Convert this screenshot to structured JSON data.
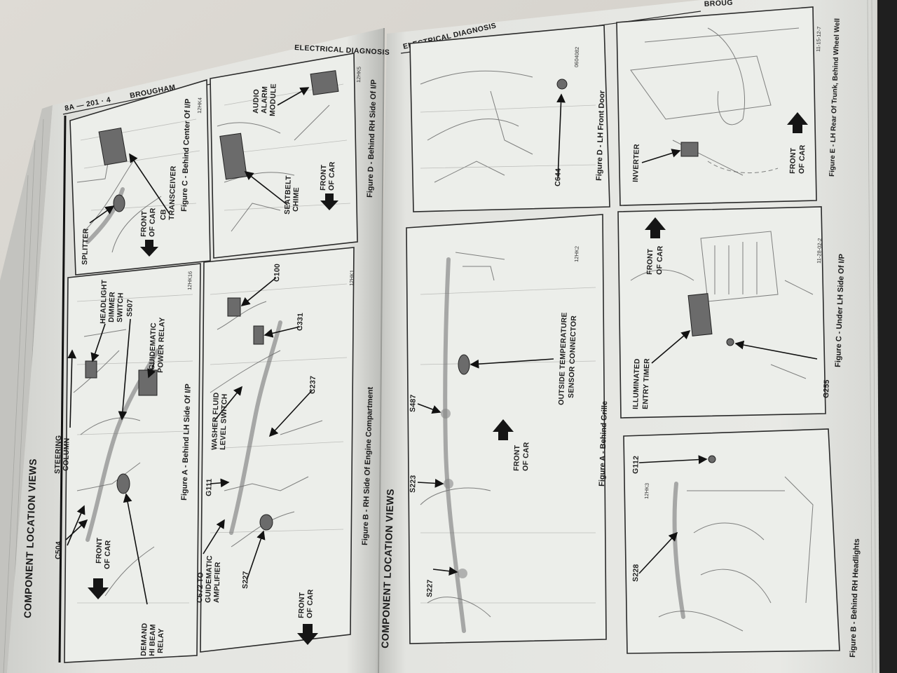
{
  "left_page": {
    "running_head": "COMPONENT LOCATION VIEWS",
    "page_number": "8A — 201 · 4",
    "model": "BROUGHAM",
    "section_title": "ELECTRICAL DIAGNOSIS",
    "figure_a": {
      "caption": "Figure A - Behind LH Side Of I/P",
      "drawing_code": "12HK16",
      "labels": {
        "c504": "C504",
        "steering_column": [
          "STEERING",
          "COLUMN"
        ],
        "headlight_dimmer_switch": [
          "HEADLIGHT",
          "DIMMER",
          "SWITCH"
        ],
        "s507": "S507",
        "guidematic_power_relay": [
          "GUIDEMATIC",
          "POWER RELAY"
        ],
        "front_of_car": [
          "FRONT",
          "OF CAR"
        ],
        "demand_hi_beam_relay": [
          "DEMAND",
          "HI BEAM",
          "RELAY"
        ]
      }
    },
    "figure_b": {
      "caption": "Figure B - RH Side Of Engine Compartment",
      "drawing_code": "12HK1",
      "labels": {
        "c672": [
          "C672 TO",
          "GUIDEMATIC",
          "AMPLIFIER"
        ],
        "g111": "G111",
        "washer_fluid": [
          "WASHER FLUID",
          "LEVEL SWITCH"
        ],
        "c100": "C100",
        "c331": "C331",
        "c237": "C237",
        "s227": "S227",
        "front_of_car": [
          "FRONT",
          "OF CAR"
        ]
      }
    },
    "figure_c": {
      "caption": "Figure C - Behind Center Of I/P",
      "drawing_code": "12HK4",
      "labels": {
        "splitter": "SPLITTER",
        "cb_transceiver": [
          "CB",
          "TRANSCEIVER"
        ],
        "front_of_car": [
          "FRONT",
          "OF CAR"
        ]
      }
    },
    "figure_d": {
      "caption": "Figure D - Behind RH Side Of I/P",
      "drawing_code": "12HK5",
      "labels": {
        "audio_alarm_module": [
          "AUDIO",
          "ALARM",
          "MODULE"
        ],
        "seatbelt_chime": [
          "SEATBELT",
          "CHIME"
        ],
        "front_of_car": [
          "FRONT",
          "OF CAR"
        ]
      }
    }
  },
  "right_page": {
    "running_head": "COMPONENT LOCATION VIEWS",
    "section_title": "ELECTRICAL DIAGNOSIS",
    "corner_text": "BROUG",
    "figure_d": {
      "caption": "Figure D - LH Front Door",
      "drawing_code": "0604082",
      "labels": {
        "c644": "C644"
      }
    },
    "figure_e": {
      "caption": "Figure E - LH Rear Of Trunk, Behind Wheel Well",
      "drawing_code": "11-15-12-7",
      "labels": {
        "inverter": "INVERTER",
        "front_of_car": [
          "FRONT",
          "OF CAR"
        ]
      }
    },
    "figure_a": {
      "caption": "Figure A - Behind Grille",
      "drawing_code": "12HK2",
      "labels": {
        "s487": "S487",
        "s223": "S223",
        "s227": "S227",
        "outside_temp": [
          "OUTSIDE TEMPERATURE",
          "SENSOR CONNECTOR"
        ],
        "front_of_car": [
          "FRONT",
          "OF CAR"
        ]
      }
    },
    "figure_c": {
      "caption": "Figure C - Under LH Side Of I/P",
      "drawing_code": "11-28-02-2",
      "labels": {
        "illuminated_entry_timer": [
          "ILLUMINATED",
          "ENTRY TIMER"
        ],
        "g255": "G255",
        "front_of_car": [
          "FRONT",
          "OF CAR"
        ]
      }
    },
    "figure_b": {
      "caption": "Figure B - Behind RH Headlights",
      "drawing_code": "12HK3",
      "labels": {
        "g112": "G112",
        "s228": "S228"
      }
    }
  }
}
